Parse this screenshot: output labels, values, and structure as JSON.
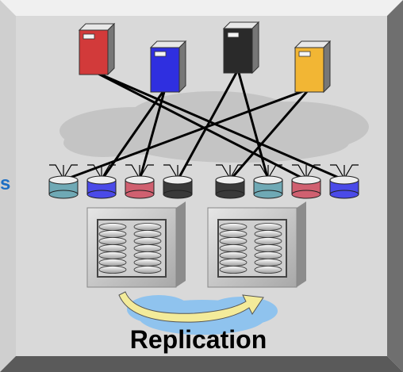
{
  "caption": "Replication",
  "edge_fragment": "s",
  "colors": {
    "frame_outer": "#8a8a8a",
    "frame_inner": "#d9d9d9",
    "cloud": "#c7c7c7",
    "replication_cloud": "#8fc3ee",
    "arrow_fill": "#f3eb9a",
    "edge_text": "#1d6fc4",
    "link": "#000000"
  },
  "servers": [
    {
      "name": "red",
      "color": "#d23a3a"
    },
    {
      "name": "blue",
      "color": "#2f2fe0"
    },
    {
      "name": "black",
      "color": "#2a2a2a"
    },
    {
      "name": "yellow",
      "color": "#f2b634"
    }
  ],
  "volumes": [
    {
      "name": "volume-teal-1",
      "color": "#6fa9b5"
    },
    {
      "name": "volume-blue-1",
      "color": "#4a4ae8"
    },
    {
      "name": "volume-red-1",
      "color": "#d06070"
    },
    {
      "name": "volume-black-1",
      "color": "#3a3a3a"
    },
    {
      "name": "volume-black-2",
      "color": "#3a3a3a"
    },
    {
      "name": "volume-teal-2",
      "color": "#6fa9b5"
    },
    {
      "name": "volume-red-2",
      "color": "#d06070"
    },
    {
      "name": "volume-blue-2",
      "color": "#4a4ae8"
    }
  ]
}
